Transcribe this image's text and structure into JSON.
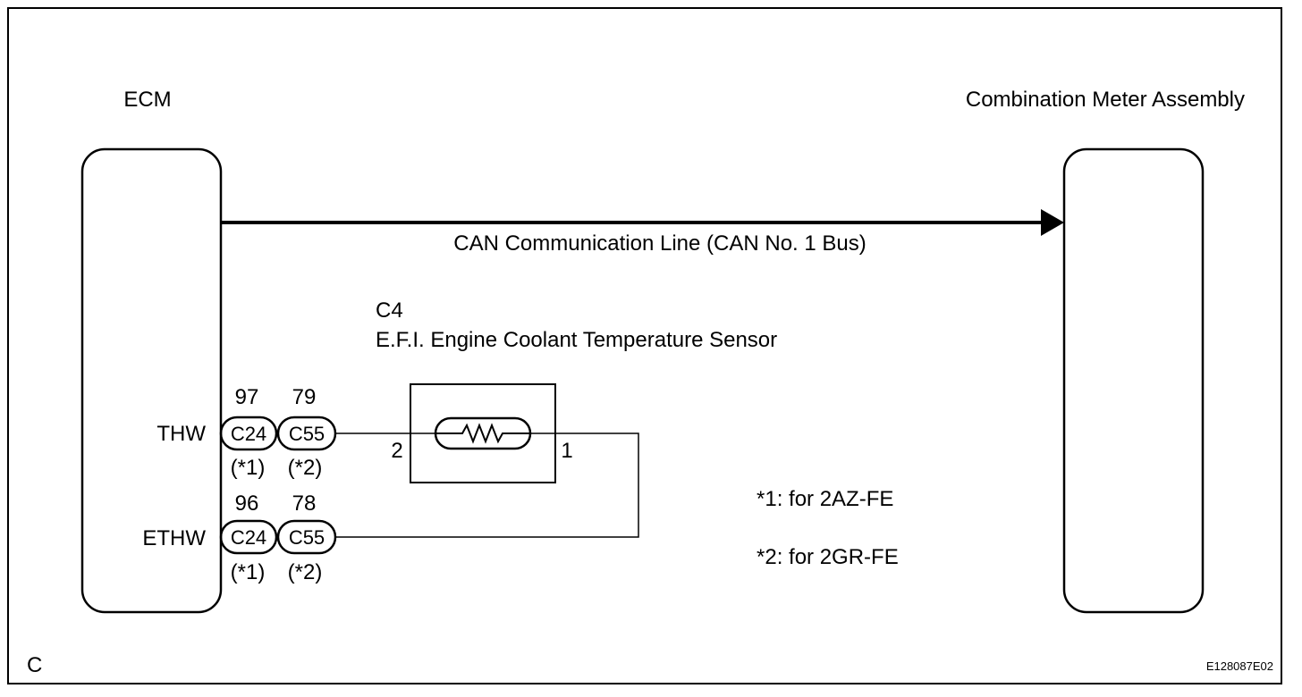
{
  "ecm": {
    "label": "ECM"
  },
  "meter": {
    "label": "Combination Meter Assembly"
  },
  "can_line": {
    "label": "CAN Communication Line (CAN No. 1 Bus)"
  },
  "sensor": {
    "code": "C4",
    "name": "E.F.I. Engine Coolant Temperature Sensor",
    "pin_left": "2",
    "pin_right": "1"
  },
  "terminals": [
    {
      "name": "THW",
      "pin_a": "97",
      "pin_b": "79",
      "conn_a": "C24",
      "conn_b": "C55",
      "note_a": "(*1)",
      "note_b": "(*2)"
    },
    {
      "name": "ETHW",
      "pin_a": "96",
      "pin_b": "78",
      "conn_a": "C24",
      "conn_b": "C55",
      "note_a": "(*1)",
      "note_b": "(*2)"
    }
  ],
  "notes": [
    {
      "text": "*1: for 2AZ-FE"
    },
    {
      "text": "*2: for 2GR-FE"
    }
  ],
  "corner_label": "C",
  "figure_id": "E128087E02"
}
